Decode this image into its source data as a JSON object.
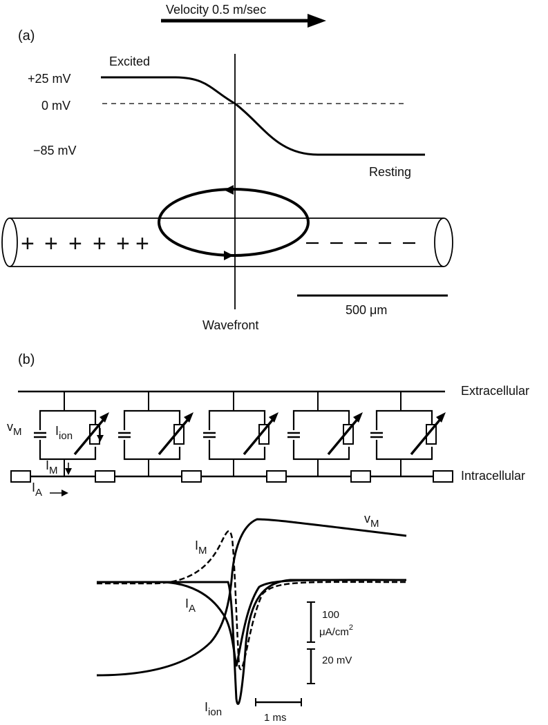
{
  "panel_a": {
    "panel_label": "(a)",
    "velocity_label": "Velocity 0.5 m/sec",
    "voltage_labels": {
      "excited_mv": "+25 mV",
      "zero_mv": "0 mV",
      "resting_mv": "−85 mV"
    },
    "state_labels": {
      "excited": "Excited",
      "resting": "Resting"
    },
    "charge_signs": {
      "plus": "+",
      "minus": "−"
    },
    "scale_bar_label": "500 μm",
    "wavefront_label": "Wavefront"
  },
  "panel_b": {
    "panel_label": "(b)",
    "circuit": {
      "extracellular_label": "Extracellular",
      "intracellular_label": "Intracellular",
      "vm_label": {
        "main": "v",
        "sub": "M"
      },
      "iion_label": {
        "main": "I",
        "sub": "ion"
      },
      "im_label": {
        "main": "I",
        "sub": "M"
      },
      "ia_label": {
        "main": "I",
        "sub": "A"
      }
    },
    "traces": {
      "vm_label": {
        "main": "v",
        "sub": "M"
      },
      "im_label": {
        "main": "I",
        "sub": "M"
      },
      "ia_label": {
        "main": "I",
        "sub": "A"
      },
      "iion_label": {
        "main": "I",
        "sub": "ion"
      }
    },
    "scale_bars": {
      "current_line1": "100",
      "current_line2": "μA/cm",
      "current_sup": "2",
      "voltage": "20 mV",
      "time": "1 ms"
    }
  }
}
